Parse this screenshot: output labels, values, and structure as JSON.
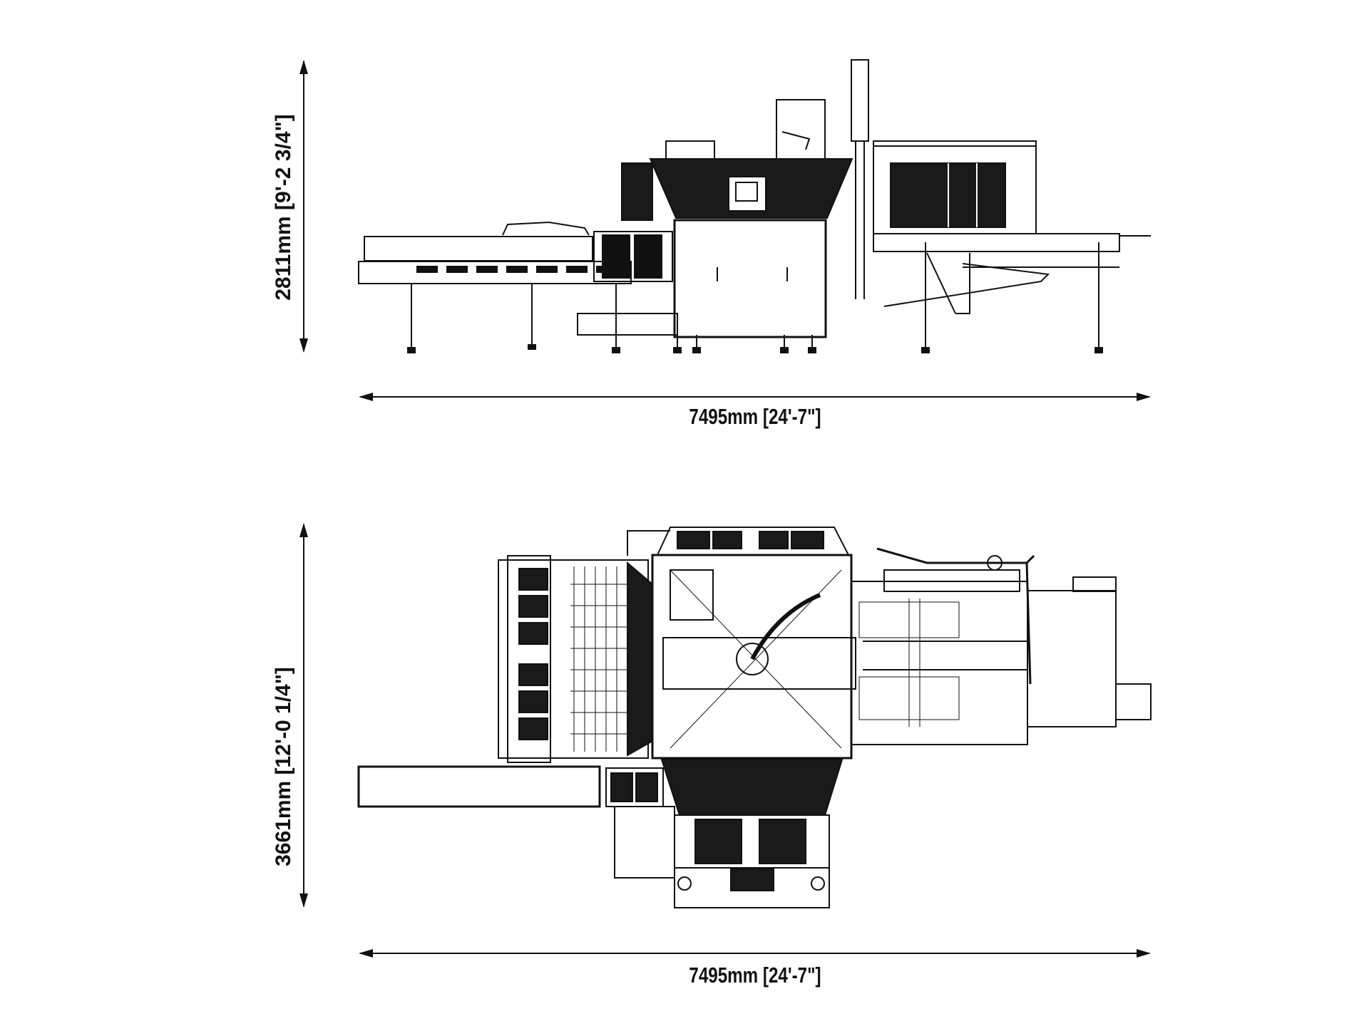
{
  "side_view": {
    "height_label": "2811mm [9'-2 3/4\"]",
    "width_label": "7495mm [24'-7\"]"
  },
  "top_view": {
    "depth_label": "3661mm [12'-0 1/4\"]",
    "width_label": "7495mm [24'-7\"]"
  },
  "colors": {
    "line": "#111111",
    "fill": "#1a1a1a",
    "background": "#ffffff"
  }
}
